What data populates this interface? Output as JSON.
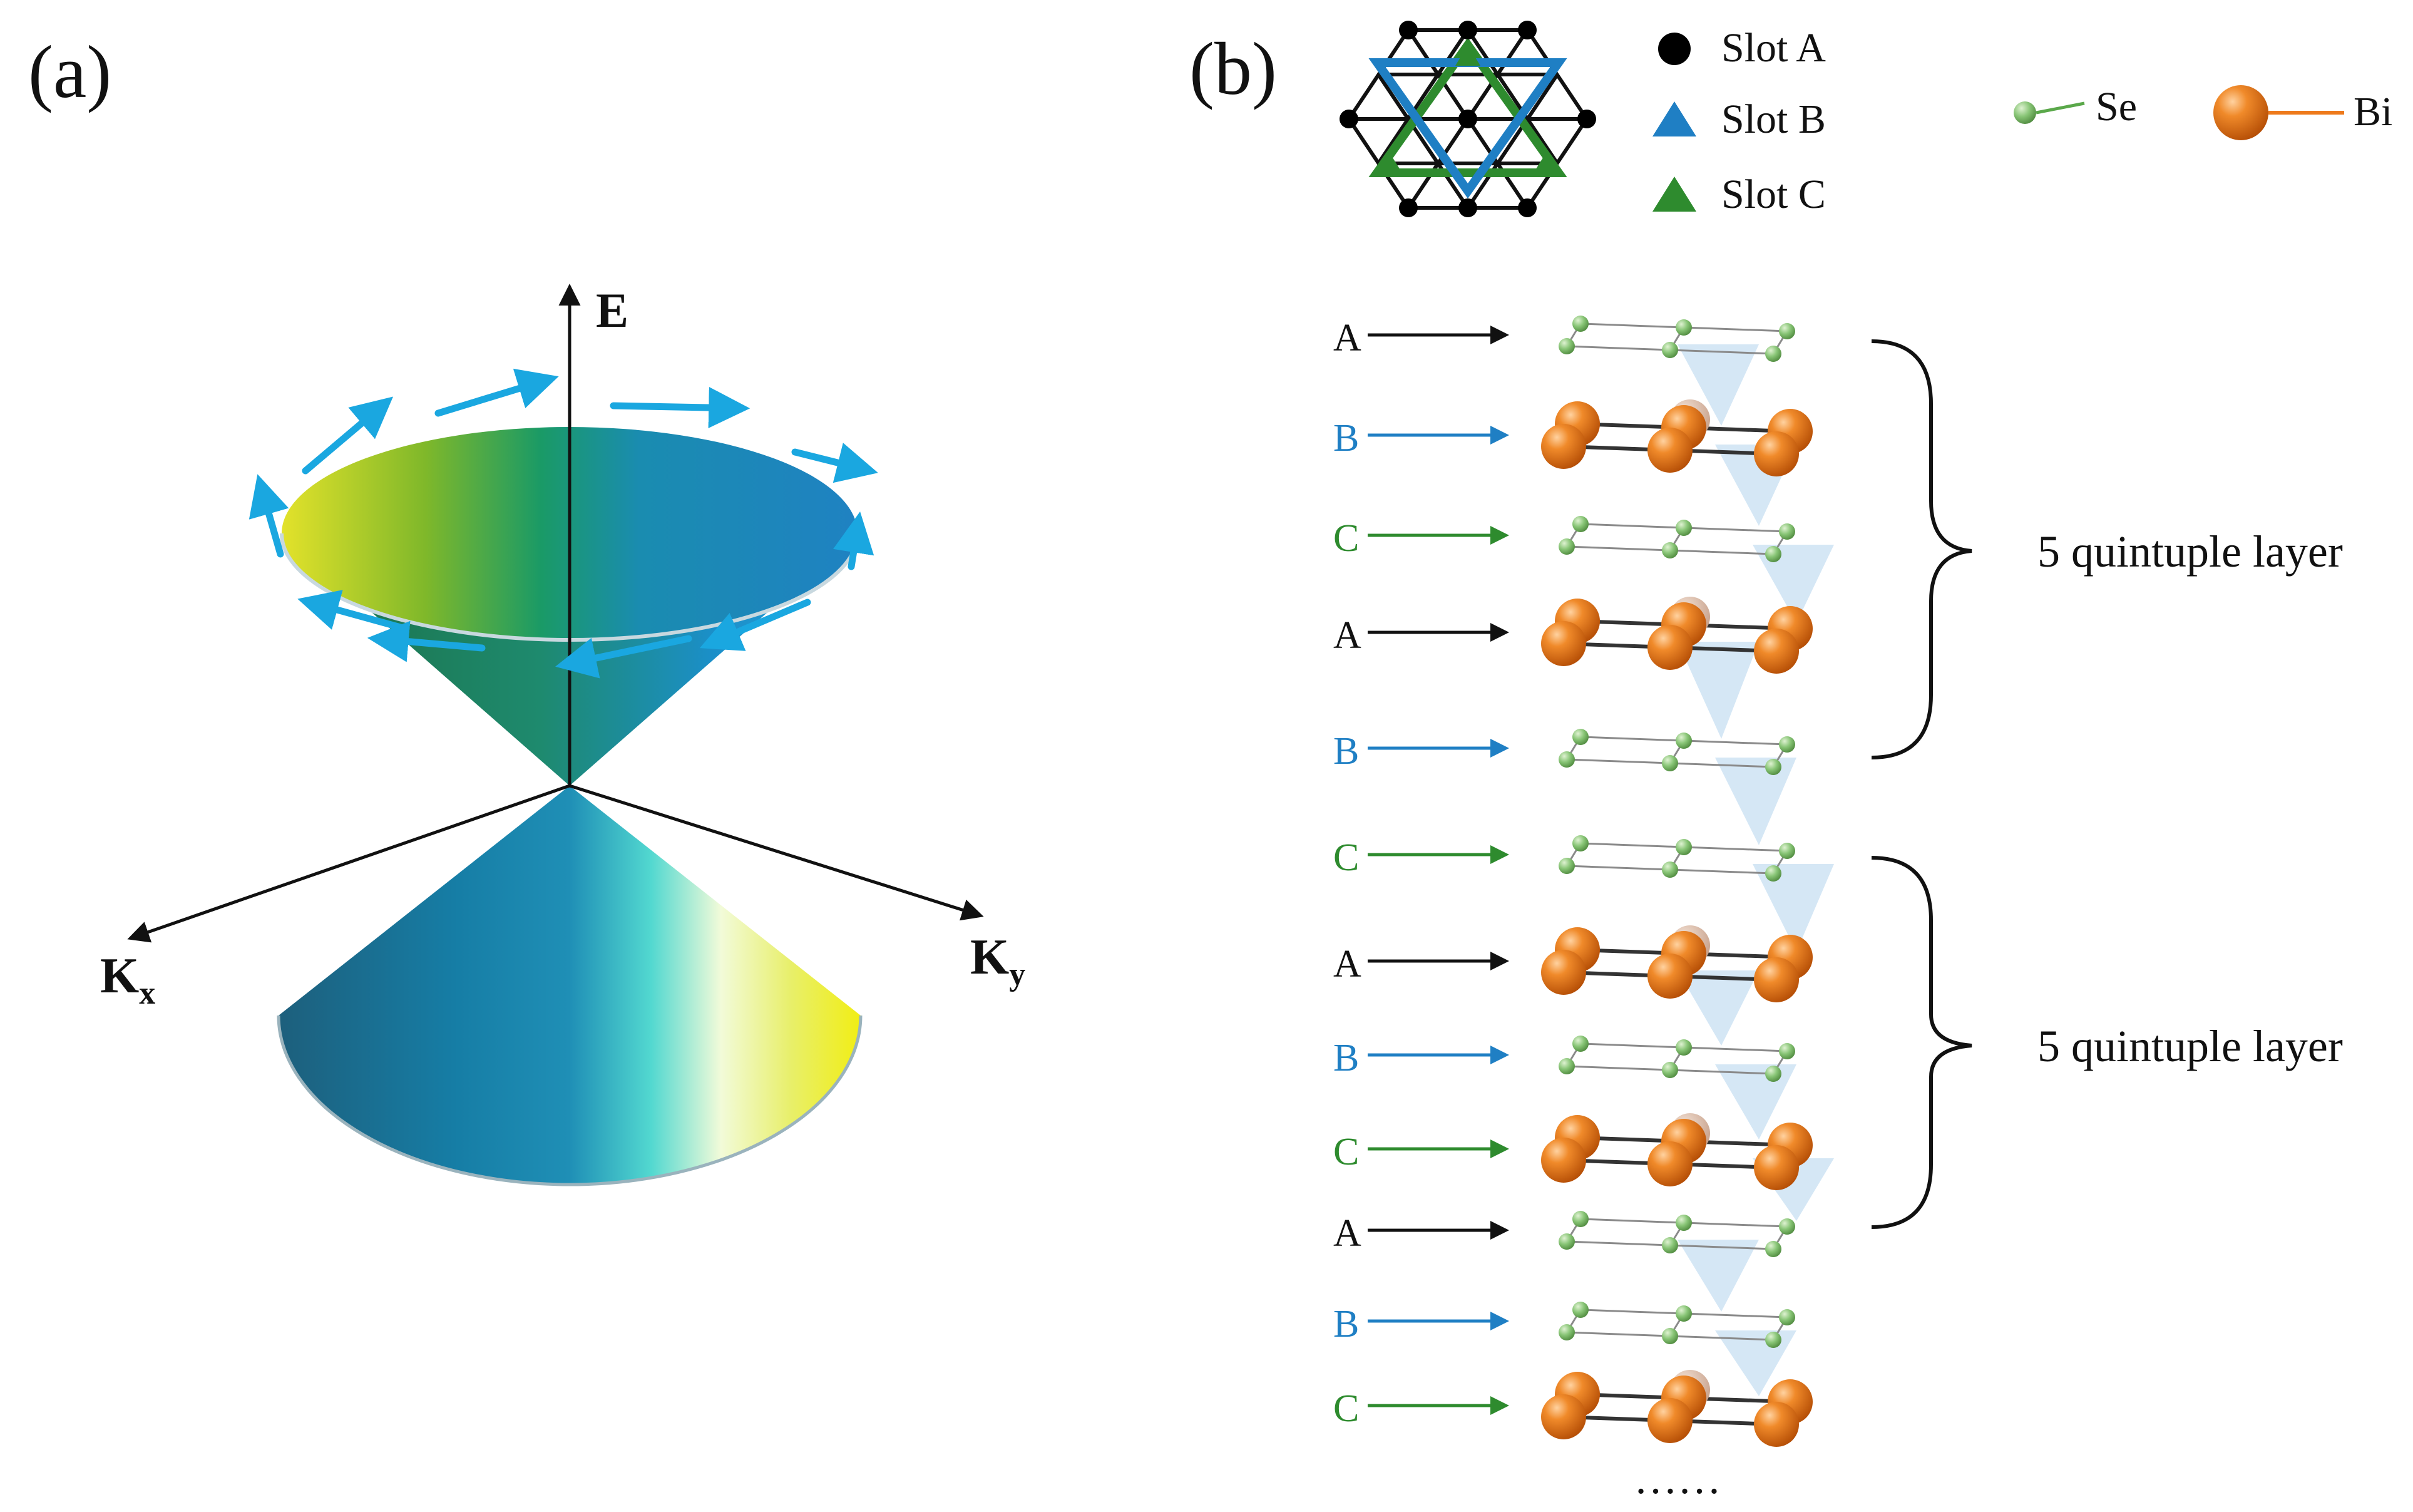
{
  "panel_a": {
    "label": "(a)",
    "axis_e": "E",
    "axis_kx": "K",
    "axis_kx_sub": "x",
    "axis_ky": "K",
    "axis_ky_sub": "y"
  },
  "panel_b": {
    "label": "(b)",
    "slot_legend": [
      {
        "label": "Slot A",
        "marker": "circle",
        "color": "#000000"
      },
      {
        "label": "Slot B",
        "marker": "triangle",
        "color": "#1f7fc4"
      },
      {
        "label": "Slot C",
        "marker": "triangle",
        "color": "#2e8b2e"
      }
    ],
    "atom_legend": [
      {
        "label": "Se",
        "color": "#7fbf6a"
      },
      {
        "label": "Bi",
        "color": "#ee7a1c"
      }
    ],
    "layer_labels": [
      "A",
      "B",
      "C",
      "A",
      "B",
      "C",
      "A",
      "B",
      "C",
      "A",
      "B",
      "C"
    ],
    "slot_colors": {
      "A": "#111111",
      "B": "#1f7fc4",
      "C": "#2e8b2e"
    },
    "layer_elements": [
      "Se",
      "Bi",
      "Se",
      "Bi",
      "Se",
      "Se",
      "Bi",
      "Se",
      "Bi",
      "Se",
      "Se",
      "Bi"
    ],
    "bracket_labels": [
      "5 quintuple layer",
      "5 quintuple layer"
    ],
    "ellipsis": "……"
  },
  "colors": {
    "spin_arrow": "#1aa7e0",
    "se": "#7fbf6a",
    "bi": "#ee7a1c",
    "bond_shading": "#b9d7ef"
  }
}
